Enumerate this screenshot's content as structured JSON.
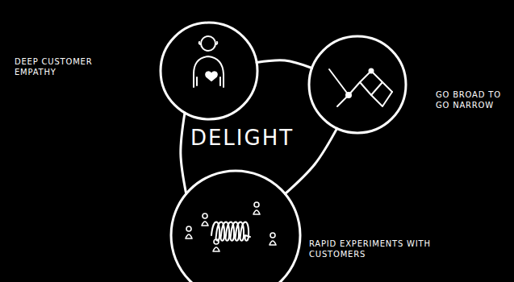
{
  "diagram": {
    "nodes": [
      {
        "text": [
          "DEEP CUSTOMER EMPATHY"
        ]
      },
      {
        "text": [
          "GO BROAD TO GO NARROW"
        ]
      },
      {
        "text": [
          "RAPID EXPERIMENTS WITH CUSTOMERS"
        ]
      }
    ],
    "edges": [
      {
        "from": 0,
        "to": 1,
        "arrow": "none"
      },
      {
        "from": 1,
        "to": 2,
        "arrow": "none"
      },
      {
        "from": 2,
        "to": 0,
        "arrow": "none"
      }
    ],
    "labels": [
      "DELIGHT"
    ]
  }
}
